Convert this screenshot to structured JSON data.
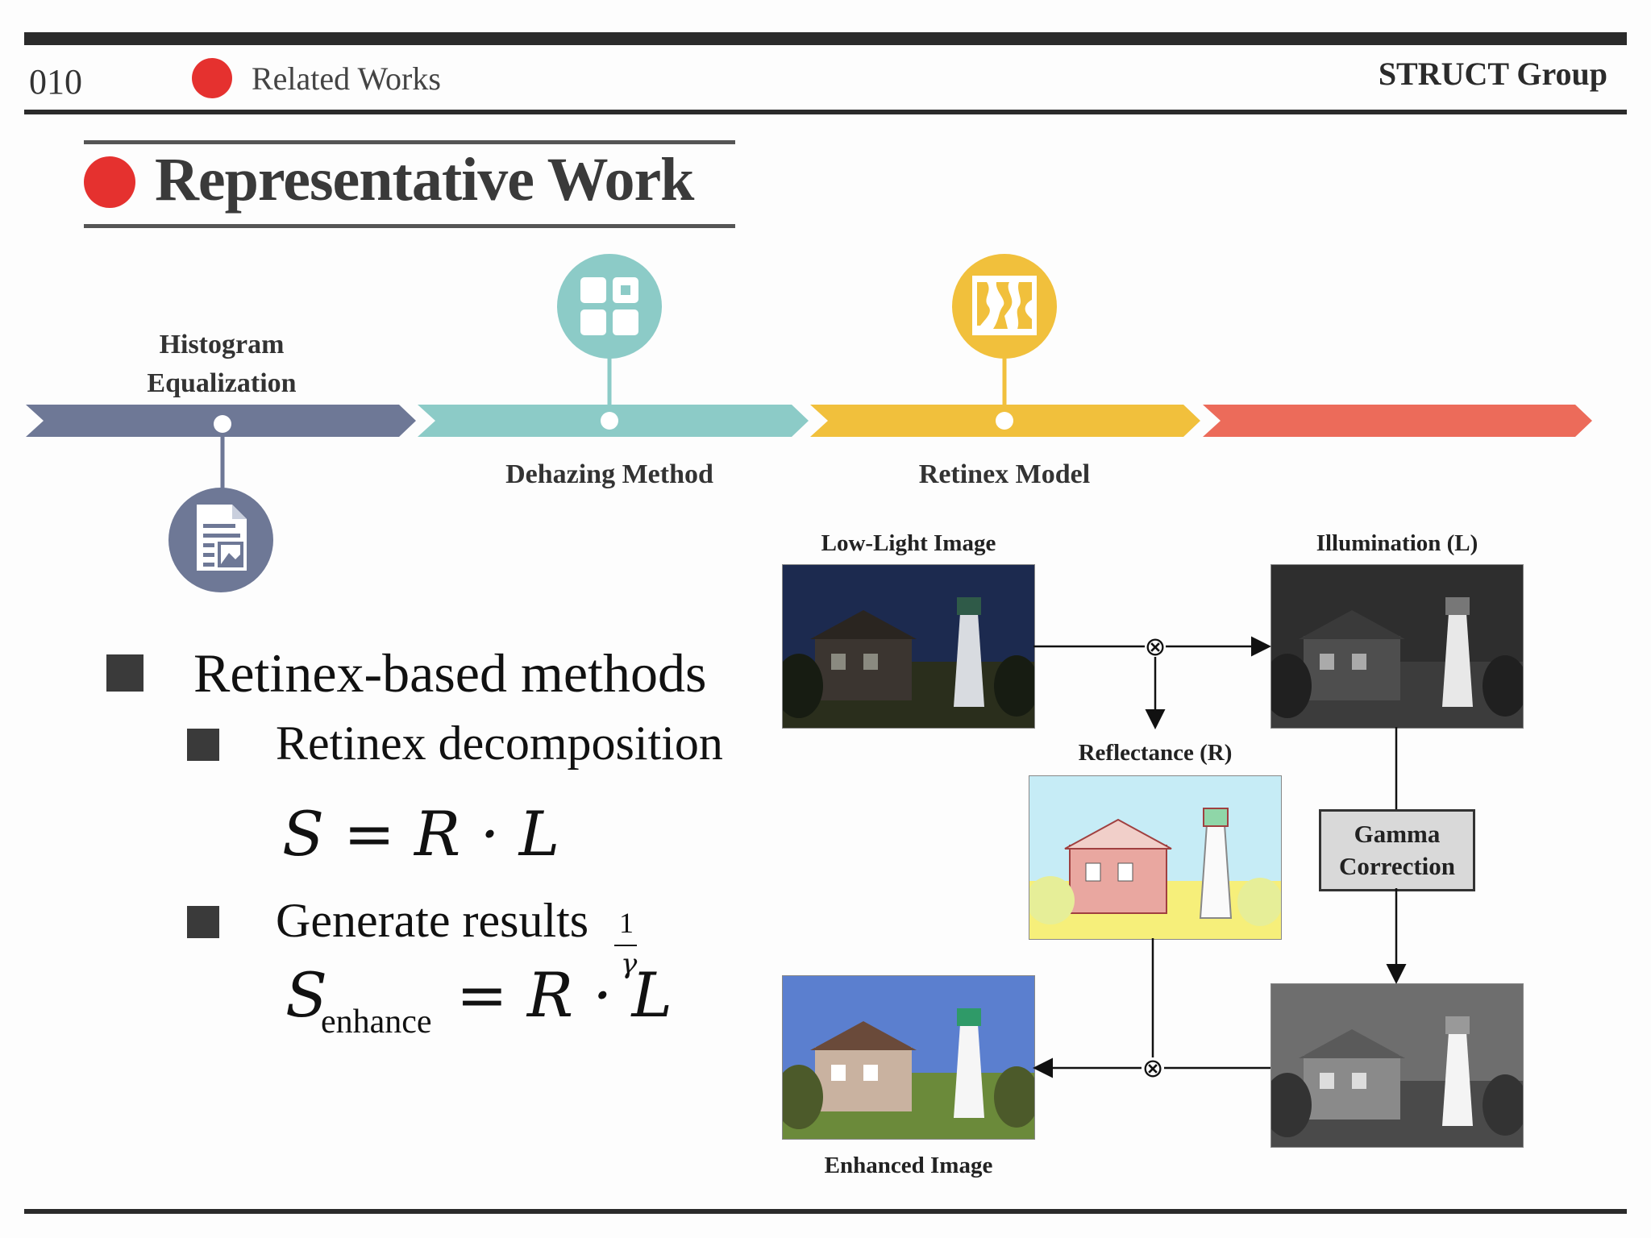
{
  "header": {
    "page_number": "010",
    "section": "Related Works",
    "group": "STRUCT Group"
  },
  "title": "Representative Work",
  "timeline": {
    "items": [
      {
        "label": "Histogram Equalization",
        "color": "#6e7896",
        "icon": "document-image-icon"
      },
      {
        "label": "Dehazing Method",
        "color": "#8ccbc7",
        "icon": "grid-blocks-icon"
      },
      {
        "label": "Retinex Model",
        "color": "#f1c03c",
        "icon": "cracked-map-icon"
      },
      {
        "label": "",
        "color": "#ec6b5a"
      }
    ]
  },
  "bullets": {
    "main": "Retinex-based methods",
    "sub1": "Retinex decomposition",
    "sub2": "Generate results"
  },
  "equations": {
    "eq1": "S = R · L",
    "eq2_lhs": "S",
    "eq2_sub": "enhance",
    "eq2_rhs": "= R · L",
    "eq2_exp_num": "1",
    "eq2_exp_den": "γ"
  },
  "diagram": {
    "low_light": "Low-Light Image",
    "illumination": "Illumination (L)",
    "reflectance": "Reflectance (R)",
    "gamma_line1": "Gamma",
    "gamma_line2": "Correction",
    "enhanced": "Enhanced Image",
    "operator_symbol": "⊗"
  },
  "colors": {
    "accent_red": "#e5312f",
    "dark": "#2b2b2b"
  }
}
